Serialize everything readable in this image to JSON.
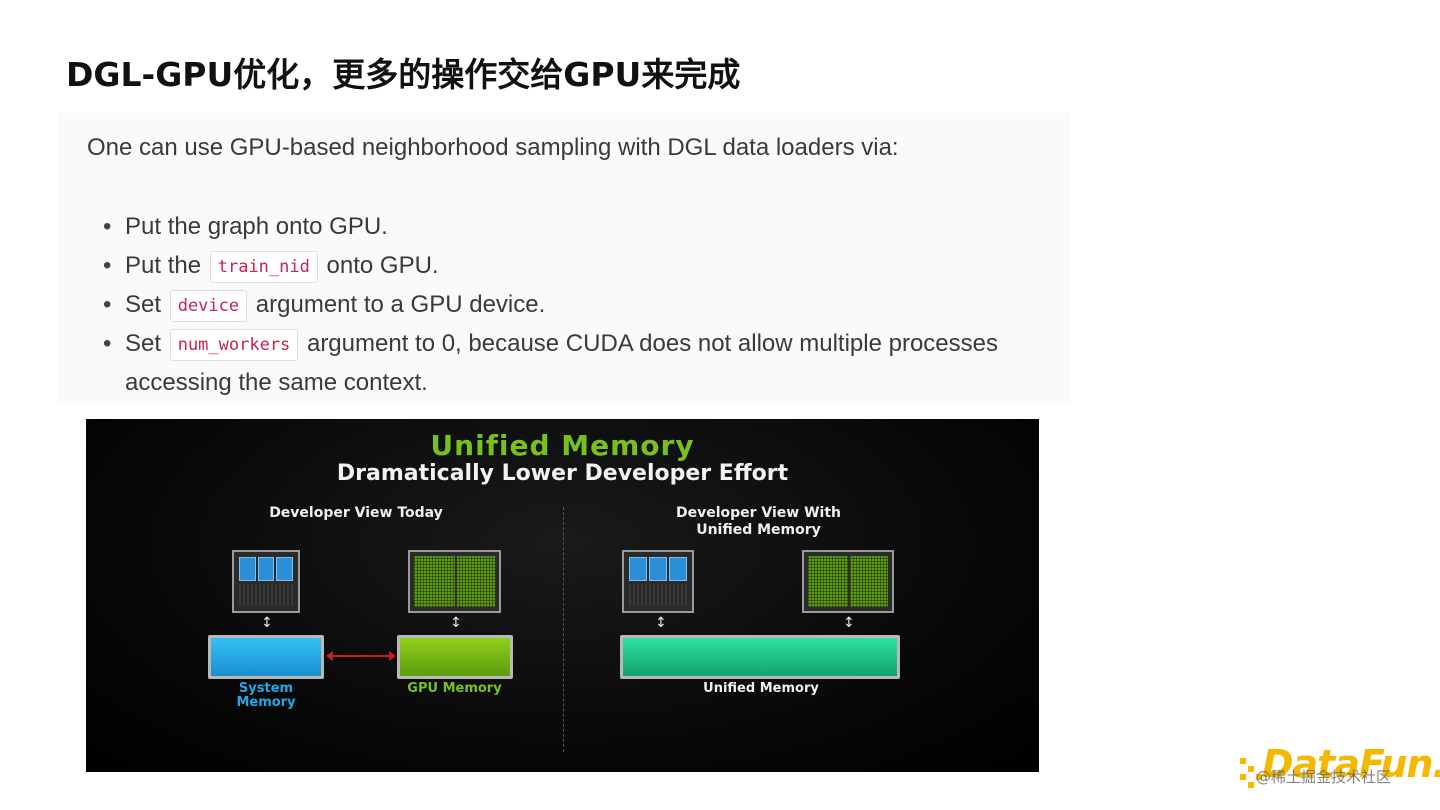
{
  "title": "DGL-GPU优化，更多的操作交给GPU来完成",
  "intro": "One can use GPU-based neighborhood sampling with DGL data loaders via:",
  "bullets": [
    {
      "before": "Put the graph onto GPU.",
      "code": "",
      "after": ""
    },
    {
      "before": "Put the",
      "code": "train_nid",
      "after": "onto GPU."
    },
    {
      "before": "Set",
      "code": "device",
      "after": "argument to a GPU device."
    },
    {
      "before": "Set",
      "code": "num_workers",
      "after": "argument to 0, because CUDA does not allow multiple processes accessing the same context."
    }
  ],
  "figure": {
    "title": "Unified Memory",
    "subtitle": "Dramatically Lower Developer Effort",
    "left_heading": "Developer  View Today",
    "right_heading": "Developer  View With\nUnified Memory",
    "system_memory_label": "System\nMemory",
    "gpu_memory_label": "GPU Memory",
    "unified_memory_label": "Unified Memory",
    "colors": {
      "title": "#76c11c",
      "system_memory": "#22a8e6",
      "gpu_memory": "#76c11c",
      "unified_memory": "#1fc486"
    }
  },
  "logo": {
    "text": "DataFun.",
    "watermark": "@稀土掘金技术社区"
  }
}
